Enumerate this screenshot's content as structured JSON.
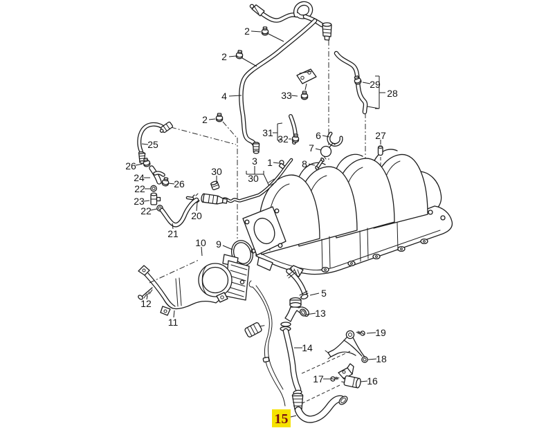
{
  "diagram": {
    "kind": "engine-parts-exploded-diagram",
    "subject": "intake manifold, throttle body and vacuum hoses",
    "background": "#FFFFFF",
    "line_color": "#1C1C1C",
    "selected_part": "15"
  },
  "highlight": {
    "part_number": "15",
    "background": "#F6E200",
    "text_color": "#7A1010"
  },
  "parts": {
    "1": "1",
    "2": "2",
    "3": "3",
    "4": "4",
    "5": "5",
    "6": "6",
    "7": "7",
    "8": "8",
    "9": "9",
    "10": "10",
    "11": "11",
    "12": "12",
    "13": "13",
    "14": "14",
    "15": "15",
    "16": "16",
    "17": "17",
    "18": "18",
    "19": "19",
    "20": "20",
    "21": "21",
    "22": "22",
    "23": "23",
    "24": "24",
    "25": "25",
    "26": "26",
    "27": "27",
    "28": "28",
    "29": "29",
    "30": "30",
    "31": "31",
    "32": "32",
    "33": "33"
  }
}
